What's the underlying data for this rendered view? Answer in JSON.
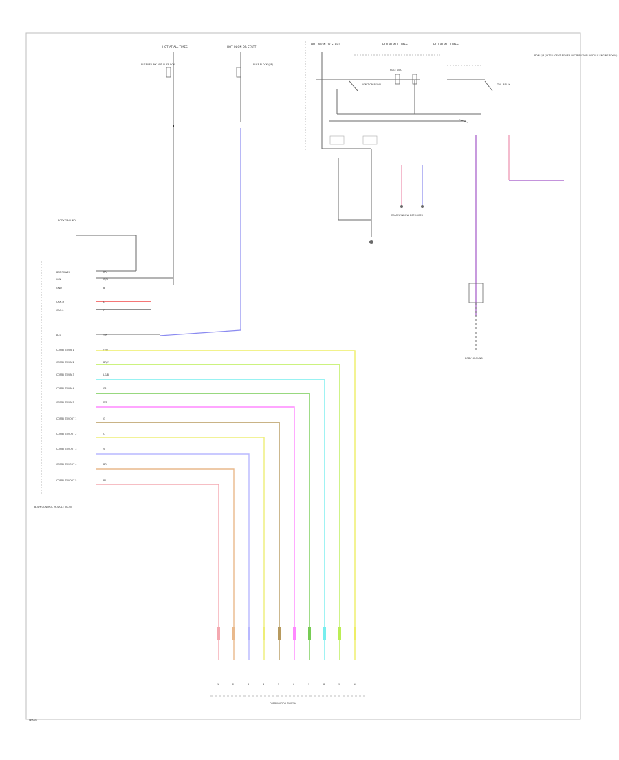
{
  "colors": {
    "frame": "#bdbdbd",
    "wire": "#6a6a6a",
    "switch_wire_colors": [
      "#f4a8b0",
      "#e9b98c",
      "#b8b8ff",
      "#eeee77",
      "#b79a5f",
      "#ff88ff",
      "#77cc55",
      "#77eeee",
      "#bbee55",
      "#eeee66"
    ],
    "red_signal": "#f24a4a",
    "blue_signal": "#6a6ae8",
    "purple_wire": "#b070d0",
    "pink_wire": "#f0a0b8"
  },
  "labels": {
    "top_fuse_1": "HOT AT ALL TIMES",
    "top_fuse_2": "HOT IN ON OR START",
    "top_fuse_3": "HOT IN ON OR START",
    "top_fuse_4": "HOT AT ALL TIMES",
    "top_fuse_5": "HOT AT ALL TIMES",
    "fuse_block_1": "FUSIBLE LINK AND FUSE BOX",
    "fuse_block_2": "FUSE BLOCK (J/B)",
    "relay_1": "IGNITION RELAY",
    "relay_2": "FUSE 10A",
    "relay_3": "TAIL RELAY",
    "right_block": "IPDM E/R (INTELLIGENT POWER DISTRIBUTION MODULE ENGINE ROOM)",
    "left_ground": "BODY GROUND",
    "module_name": "BODY CONTROL MODULE (BCM)",
    "rear_window_defogger": "REAR WINDOW DEFOGGER",
    "ground_bottom": "BODY GROUND",
    "combination_switch": "COMBINATION SWITCH",
    "diagram_code": "W0001"
  },
  "pins": [
    "BAT POWER",
    "IGN",
    "GND",
    "CAN-H",
    "CAN-L",
    "ACC",
    "COMBI SW IN 1",
    "COMBI SW IN 2",
    "COMBI SW IN 3",
    "COMBI SW IN 4",
    "COMBI SW IN 5",
    "COMBI SW OUT 1",
    "COMBI SW OUT 2",
    "COMBI SW OUT 3",
    "COMBI SW OUT 4",
    "COMBI SW OUT 5"
  ],
  "wire_codes": [
    "R/Y",
    "W/B",
    "B",
    "L",
    "P",
    "Y/R",
    "G/W",
    "BR/Y",
    "LG/B",
    "SB",
    "R/B",
    "G",
    "O",
    "V",
    "BR",
    "P/L"
  ],
  "switch_terminals": [
    "1",
    "2",
    "3",
    "4",
    "5",
    "6",
    "7",
    "8",
    "9",
    "10"
  ]
}
